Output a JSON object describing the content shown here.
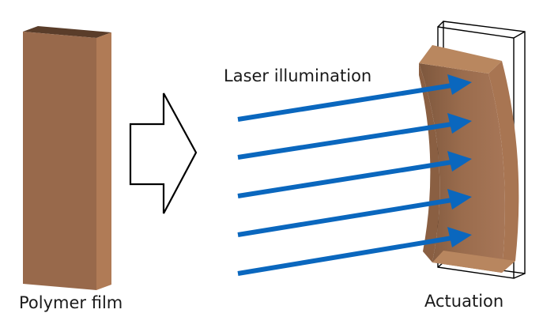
{
  "labels": {
    "laser": "Laser illumination",
    "polymer_film": "Polymer film",
    "actuation": "Actuation"
  },
  "colors": {
    "film_front": "#98694b",
    "film_top": "#5a3d2a",
    "film_side": "#b07b56",
    "arrow": "#0a67be",
    "outline": "#000000"
  },
  "icons": {
    "process_arrow": "hollow-right-arrow",
    "laser_beams": "blue-arrows"
  }
}
